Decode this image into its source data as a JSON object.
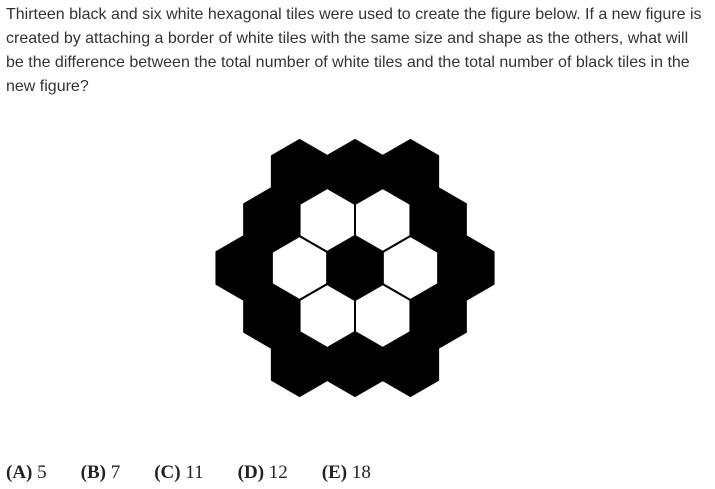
{
  "question": {
    "text": "Thirteen black and six white hexagonal tiles were used to create the figure below. If a new figure is created by attaching a border of white tiles with the same size and shape as the others, what will be the difference between the total number of white tiles and the total number of black tiles in the new figure?"
  },
  "figure": {
    "center_color": "#000000",
    "ring1_color": "#ffffff",
    "ring2_color": "#000000",
    "outline_color": "#000000",
    "black_tiles": 13,
    "white_tiles": 6
  },
  "choices": [
    {
      "letter": "(A)",
      "value": "5"
    },
    {
      "letter": "(B)",
      "value": "7"
    },
    {
      "letter": "(C)",
      "value": "11"
    },
    {
      "letter": "(D)",
      "value": "12"
    },
    {
      "letter": "(E)",
      "value": "18"
    }
  ]
}
